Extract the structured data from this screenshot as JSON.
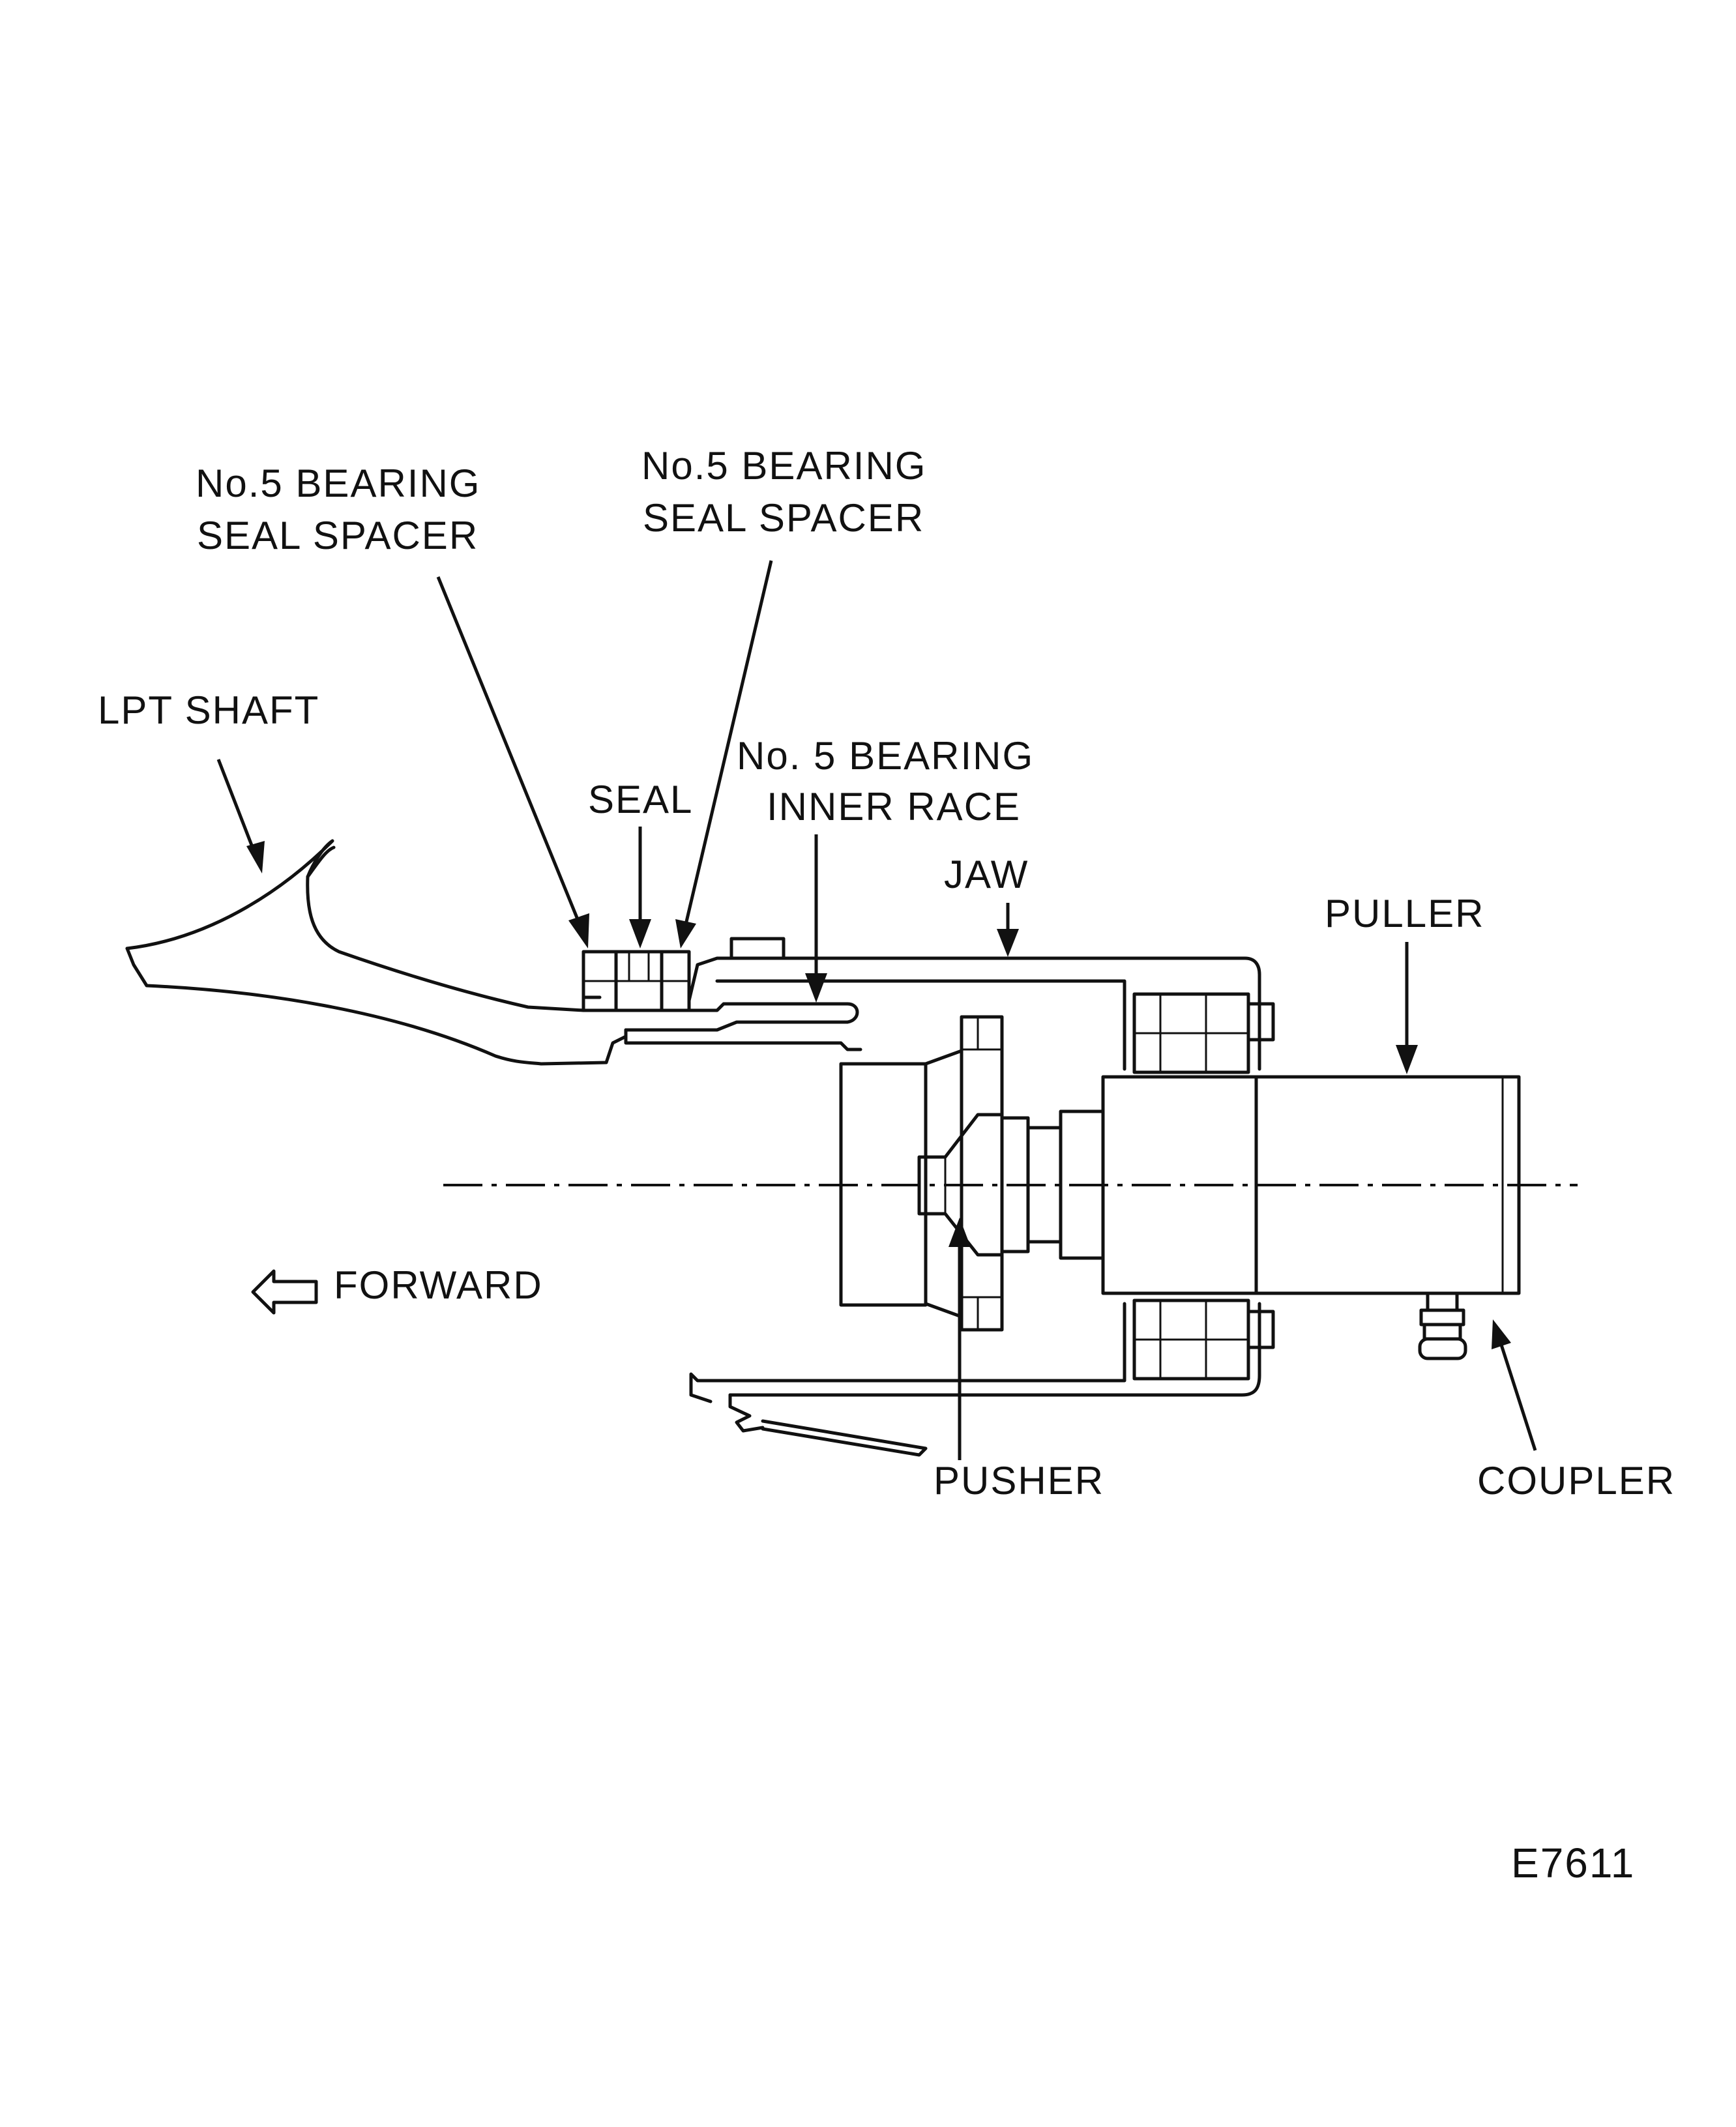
{
  "labels": {
    "spacer_left_1": "No.5 BEARING",
    "spacer_left_2": "SEAL SPACER",
    "spacer_right_1": "No.5 BEARING",
    "spacer_right_2": "SEAL SPACER",
    "lpt_shaft": "LPT SHAFT",
    "seal": "SEAL",
    "inner_race_1": "No. 5 BEARING",
    "inner_race_2": "INNER RACE",
    "jaw": "JAW",
    "puller": "PULLER",
    "forward": "FORWARD",
    "pusher": "PUSHER",
    "coupler": "COUPLER",
    "figure_id": "E7611"
  },
  "icons": {
    "forward_arrow": "left-arrow-outline-icon"
  },
  "colors": {
    "ink": "#111111",
    "paper": "#ffffff"
  }
}
